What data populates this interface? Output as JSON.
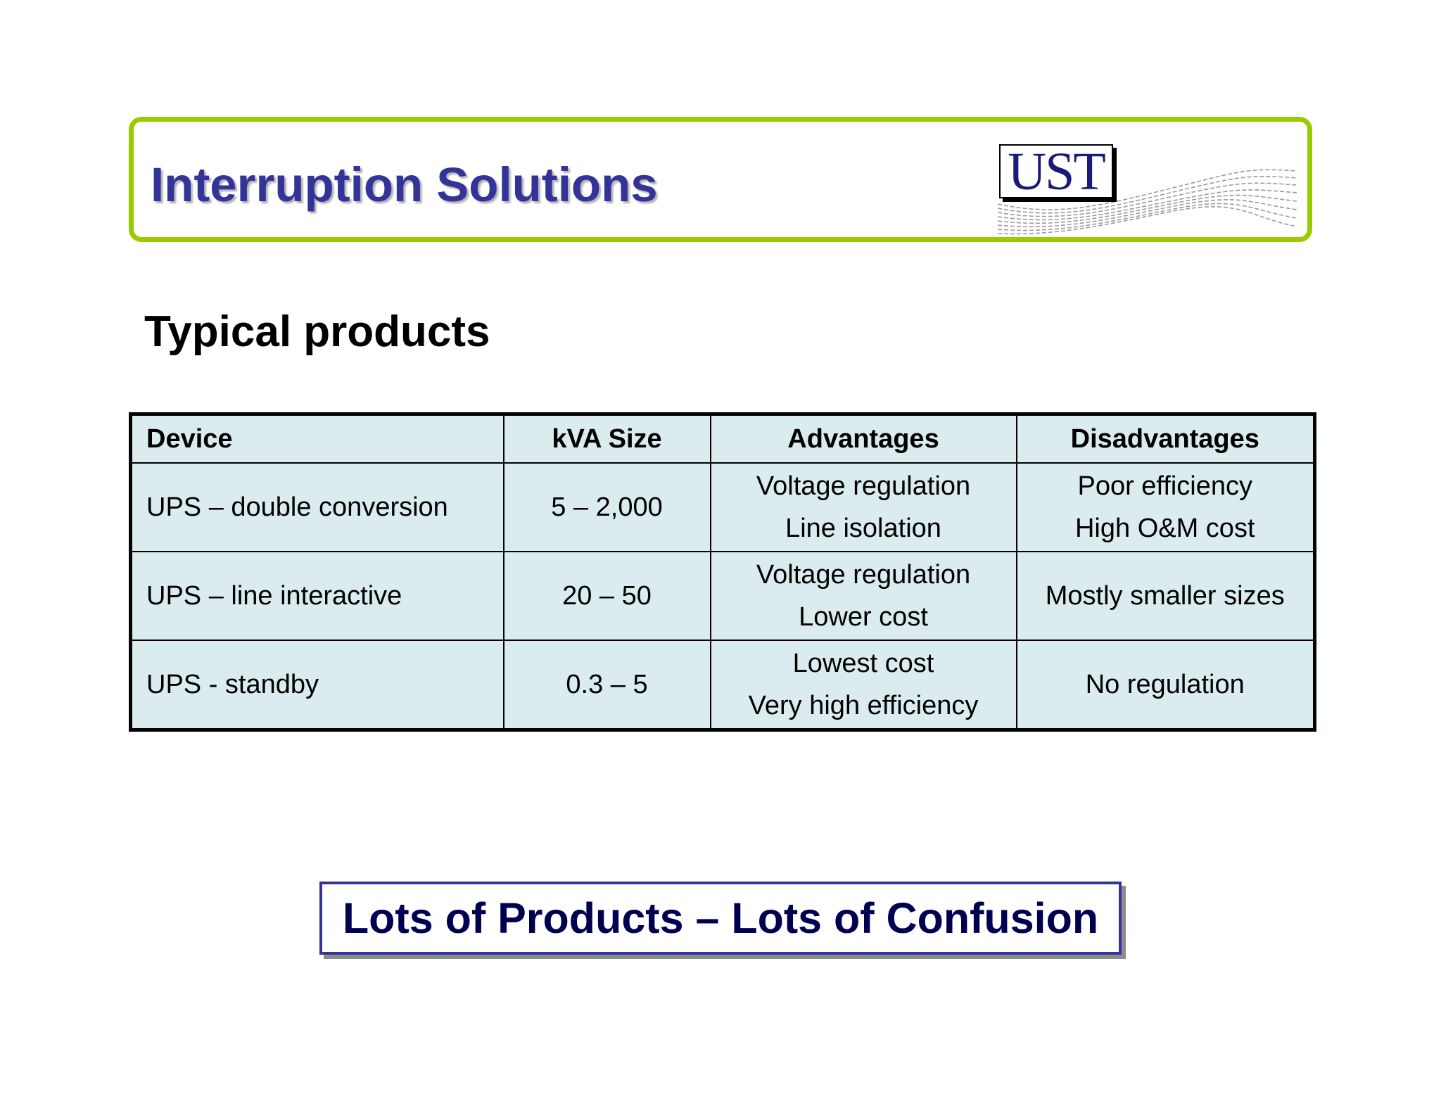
{
  "header": {
    "title": "Interruption Solutions",
    "logo_text": "UST",
    "border_color": "#99cc00",
    "title_color": "#333399"
  },
  "section": {
    "heading": "Typical products"
  },
  "table": {
    "columns": [
      "Device",
      "kVA Size",
      "Advantages",
      "Disadvantages"
    ],
    "rows": [
      {
        "device": "UPS – double conversion",
        "kva_size": "5 – 2,000",
        "advantages": [
          "Voltage regulation",
          "Line isolation"
        ],
        "disadvantages": [
          "Poor efficiency",
          "High O&M cost"
        ]
      },
      {
        "device": "UPS – line interactive",
        "kva_size": "20 – 50",
        "advantages": [
          "Voltage regulation",
          "Lower cost"
        ],
        "disadvantages": [
          "Mostly smaller sizes"
        ]
      },
      {
        "device": "UPS - standby",
        "kva_size": "0.3 – 5",
        "advantages": [
          "Lowest cost",
          "Very high efficiency"
        ],
        "disadvantages": [
          "No regulation"
        ]
      }
    ],
    "background_color": "#dbecee"
  },
  "callout": {
    "text": "Lots of Products – Lots of Confusion",
    "border_color": "#333399"
  }
}
